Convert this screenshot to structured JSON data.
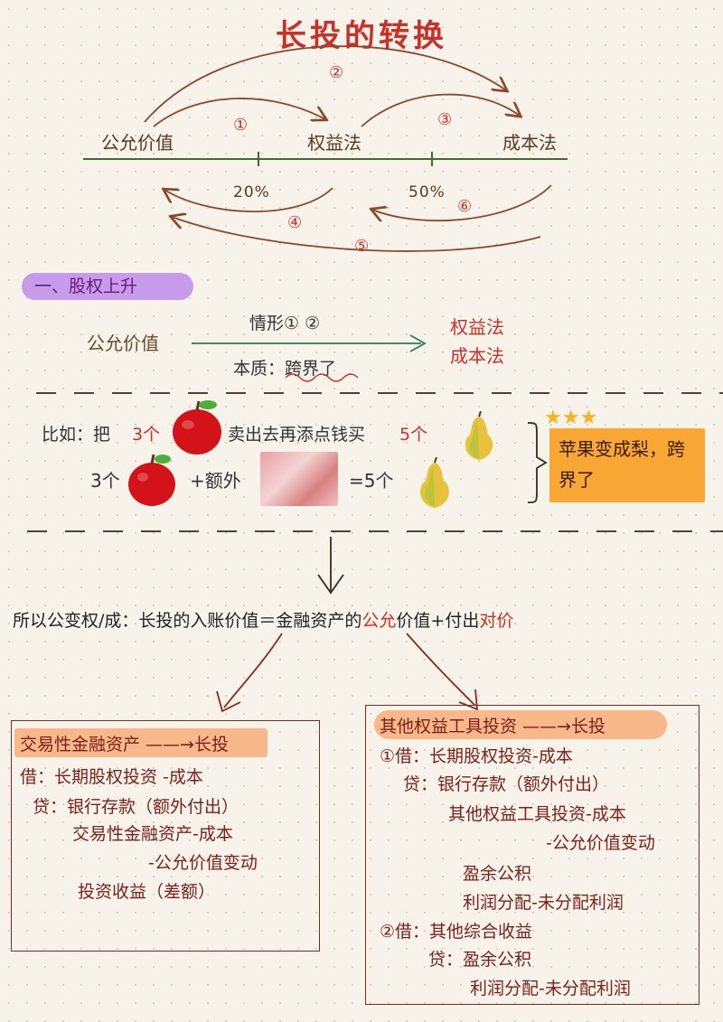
{
  "title": "长投的转换",
  "diagram": {
    "nodes": [
      "公允价值",
      "权益法",
      "成本法"
    ],
    "thresholds": [
      "20%",
      "50%"
    ],
    "arrow_labels": [
      "①",
      "②",
      "③",
      "④",
      "⑤",
      "⑥"
    ]
  },
  "section1": {
    "heading": "一、股权上升",
    "from": "公允价值",
    "situation": "情形① ②",
    "essence": "本质：跨界了",
    "to": [
      "权益法",
      "成本法"
    ]
  },
  "example": {
    "line1_prefix": "比如：把",
    "line1_num1": "3个",
    "line1_mid": "卖出去再添点钱买",
    "line1_num2": "5个",
    "line2_a": "3个",
    "line2_b": "+额外",
    "line2_c": "=5个",
    "callout": "苹果变成梨，跨界了",
    "stars": "★★★"
  },
  "conclusion": {
    "part1": "所以公变权/成：长投的入账价值＝金融资产的",
    "part2": "公允",
    "part3": "价值+付出",
    "part4": "对价"
  },
  "left_box": {
    "heading": "交易性金融资产 ——→长投",
    "lines": [
      "借：长期股权投资 -成本",
      "贷：银行存款（额外付出）",
      "交易性金融资产-成本",
      "-公允价值变动",
      "投资收益（差额）"
    ]
  },
  "right_box": {
    "heading": "其他权益工具投资 ——→长投",
    "lines": [
      "①借：长期股权投资-成本",
      "贷：银行存款（额外付出）",
      "其他权益工具投资-成本",
      "-公允价值变动",
      "盈余公积",
      "利润分配-未分配利润",
      "②借：其他综合收益",
      "贷：盈余公积",
      "利润分配-未分配利润"
    ]
  },
  "colors": {
    "accent_red": "#c8312a",
    "pill_purple": "#c79bea",
    "callout_orange": "#f8a634",
    "highlight_peach": "#f8b88a"
  }
}
